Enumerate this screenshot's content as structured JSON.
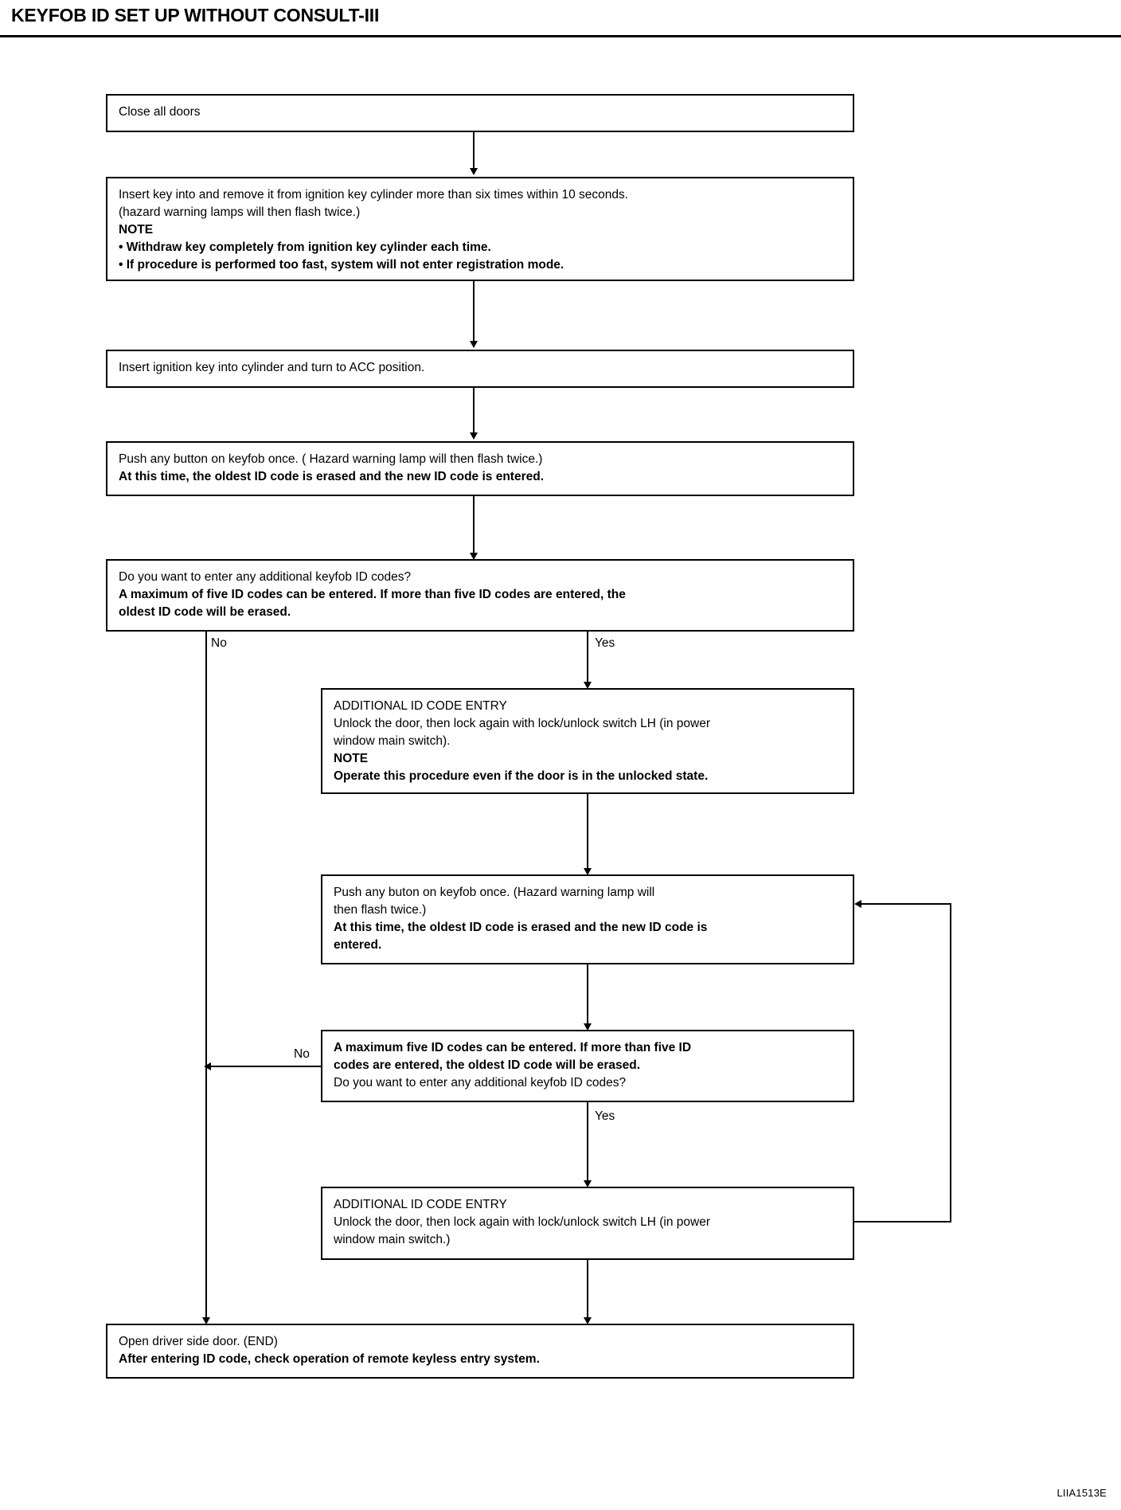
{
  "page": {
    "title": "KEYFOB ID SET UP WITHOUT CONSULT-III",
    "footer_code": "LIIA1513E"
  },
  "flowchart": {
    "type": "flowchart",
    "nodes": [
      {
        "id": "close-doors",
        "lines": [
          {
            "text": "Close all doors",
            "bold": false
          }
        ]
      },
      {
        "id": "insert-remove-key",
        "lines": [
          {
            "text": "Insert key into and remove it from ignition key cylinder more than six times within 10 seconds.",
            "bold": false
          },
          {
            "text": "(hazard warning lamps will then flash twice.)",
            "bold": false
          },
          {
            "text": "NOTE",
            "bold": true
          },
          {
            "text": "• Withdraw key completely from ignition key cylinder each time.",
            "bold": true
          },
          {
            "text": "• If procedure is performed too fast, system will not enter registration mode.",
            "bold": true
          }
        ]
      },
      {
        "id": "turn-acc",
        "lines": [
          {
            "text": "Insert ignition key into cylinder and turn to ACC position.",
            "bold": false
          }
        ]
      },
      {
        "id": "push-button-first",
        "lines": [
          {
            "text": "Push any button on keyfob once. ( Hazard warning lamp will then flash twice.)",
            "bold": false
          },
          {
            "text": "At this time, the oldest ID code is erased and the new ID code is entered.",
            "bold": true
          }
        ]
      },
      {
        "id": "decision-additional-1",
        "lines": [
          {
            "text": "Do you want to enter any additional keyfob ID codes?",
            "bold": false
          },
          {
            "text": "A maximum of five ID codes can be entered. If more than five ID codes are entered, the",
            "bold": true
          },
          {
            "text": "oldest ID code will be erased.",
            "bold": true
          }
        ]
      },
      {
        "id": "additional-entry-1",
        "lines": [
          {
            "text": "ADDITIONAL ID CODE ENTRY",
            "bold": false
          },
          {
            "text": "Unlock the door, then lock again with lock/unlock switch LH (in power",
            "bold": false
          },
          {
            "text": "window main switch).",
            "bold": false
          },
          {
            "text": "NOTE",
            "bold": true
          },
          {
            "text": "Operate this procedure even if the door is in the unlocked state.",
            "bold": true
          }
        ]
      },
      {
        "id": "push-button-second",
        "lines": [
          {
            "text": "Push any buton on keyfob once. (Hazard warning lamp will",
            "bold": false
          },
          {
            "text": "then flash twice.)",
            "bold": false
          },
          {
            "text": "At this time, the oldest ID code is erased and the new ID code is",
            "bold": true
          },
          {
            "text": "entered.",
            "bold": true
          }
        ]
      },
      {
        "id": "decision-additional-2",
        "lines": [
          {
            "text": "A maximum five ID codes can be entered. If more than five ID",
            "bold": true
          },
          {
            "text": "codes are entered, the oldest ID code will be erased.",
            "bold": true
          },
          {
            "text": "Do you want to enter any additional keyfob ID codes?",
            "bold": false
          }
        ]
      },
      {
        "id": "additional-entry-2",
        "lines": [
          {
            "text": "ADDITIONAL ID CODE ENTRY",
            "bold": false
          },
          {
            "text": "Unlock the door, then lock again with lock/unlock switch LH (in power",
            "bold": false
          },
          {
            "text": "window main switch.)",
            "bold": false
          }
        ]
      },
      {
        "id": "end-open-door",
        "lines": [
          {
            "text": "Open driver side door. (END)",
            "bold": false
          },
          {
            "text": "After entering ID code, check operation of remote keyless entry system.",
            "bold": true
          }
        ]
      }
    ],
    "branch_labels": {
      "no_1": "No",
      "yes_1": "Yes",
      "no_2": "No",
      "yes_2": "Yes"
    }
  }
}
